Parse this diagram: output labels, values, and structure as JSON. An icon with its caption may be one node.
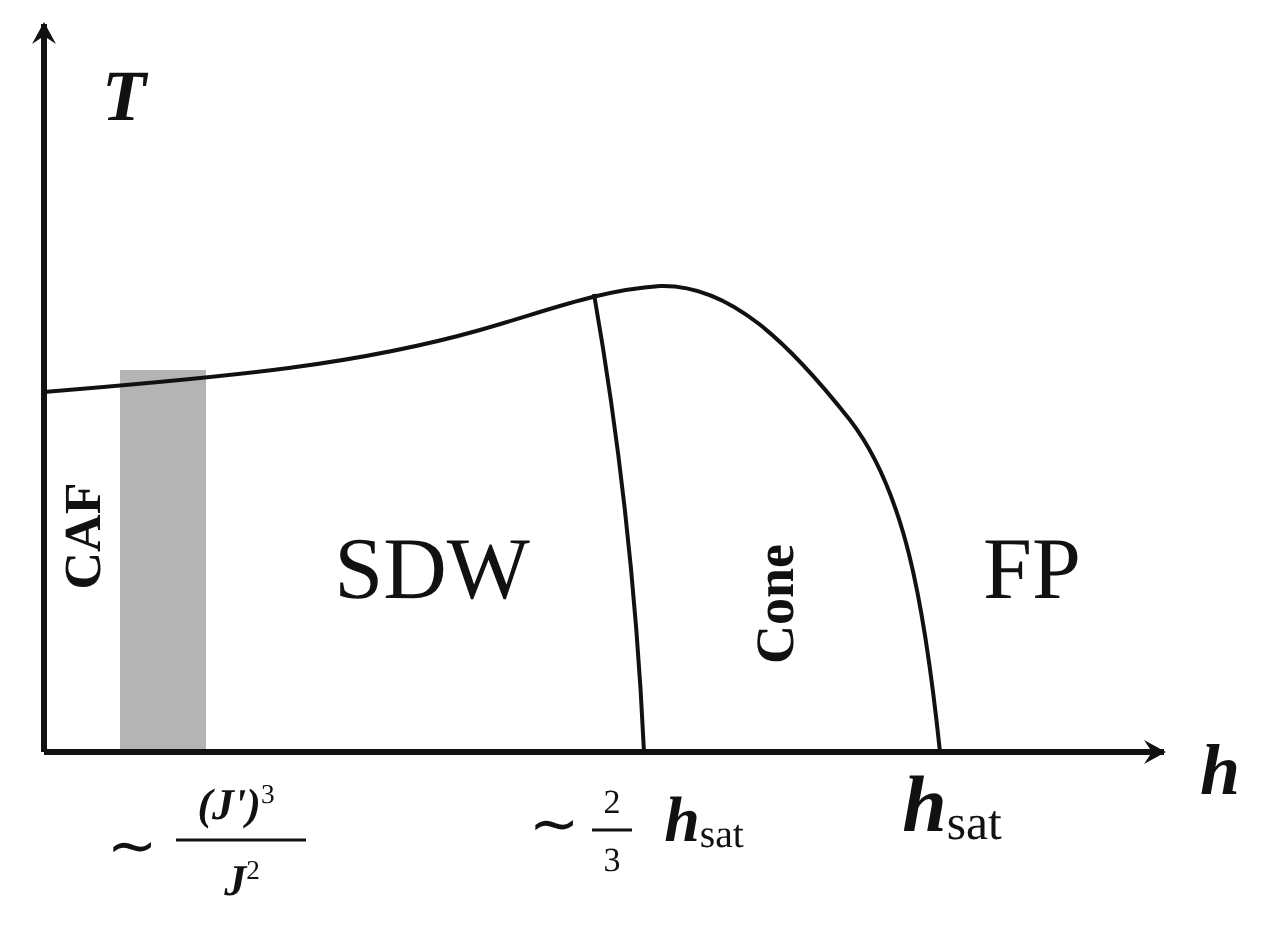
{
  "diagram": {
    "labels": [
      "T",
      "CAF",
      "SDW",
      "Cone",
      "FP",
      "h",
      "∼",
      "(J')$^{3}$",
      "J$^{2}$",
      "∼",
      "2",
      "3",
      "h$_{sat}$",
      "h$_{sat}$"
    ]
  }
}
